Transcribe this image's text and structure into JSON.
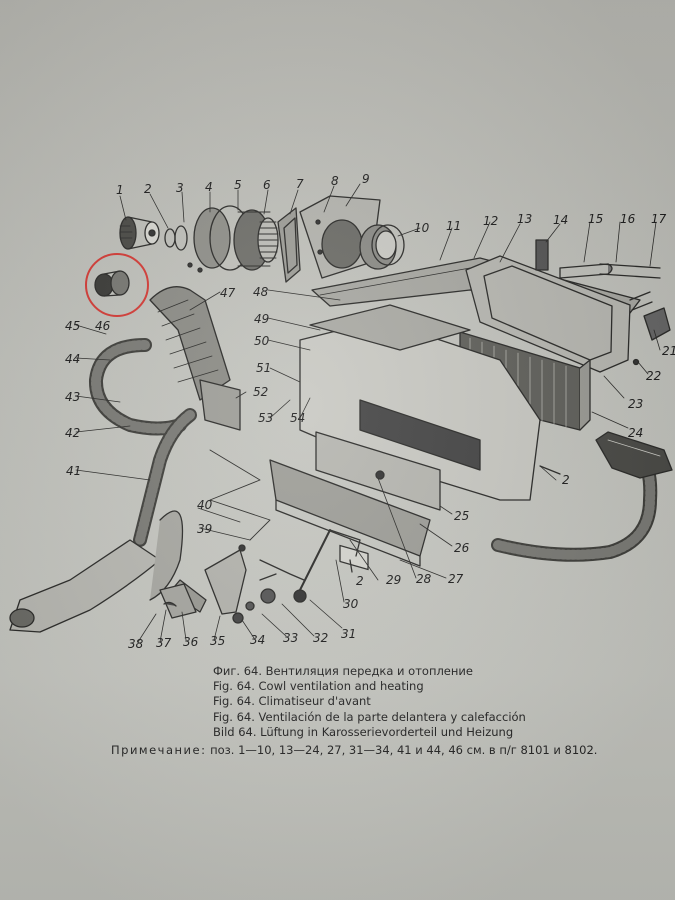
{
  "figure": {
    "captions": [
      "Фиг. 64. Вентиляция передка и отопление",
      "Fig. 64. Cowl ventilation and heating",
      "Fig. 64. Climatiseur d'avant",
      "Fig. 64. Ventilación de la parte delantera y calefacción",
      "Bild 64. Lüftung in Karosserievorderteil und Heizung"
    ],
    "note_lead": "Примечание:",
    "note_text": "поз. 1—10, 13—24, 27, 31—34, 41 и 44, 46 см. в п/г 8101 и 8102."
  },
  "callouts": [
    "1",
    "2",
    "3",
    "4",
    "5",
    "6",
    "7",
    "8",
    "9",
    "10",
    "11",
    "12",
    "13",
    "14",
    "15",
    "16",
    "17",
    "21",
    "22",
    "23",
    "24",
    "2",
    "25",
    "26",
    "27",
    "28",
    "2",
    "29",
    "30",
    "31",
    "32",
    "33",
    "34",
    "35",
    "36",
    "37",
    "38",
    "39",
    "40",
    "41",
    "42",
    "43",
    "44",
    "45",
    "46",
    "47",
    "48",
    "49",
    "50",
    "51",
    "52",
    "53",
    "54"
  ],
  "highlight": {
    "label": "46",
    "color": "#d43a35"
  },
  "colors": {
    "ink": "#2a2a28",
    "paper": "#c3c4be"
  }
}
